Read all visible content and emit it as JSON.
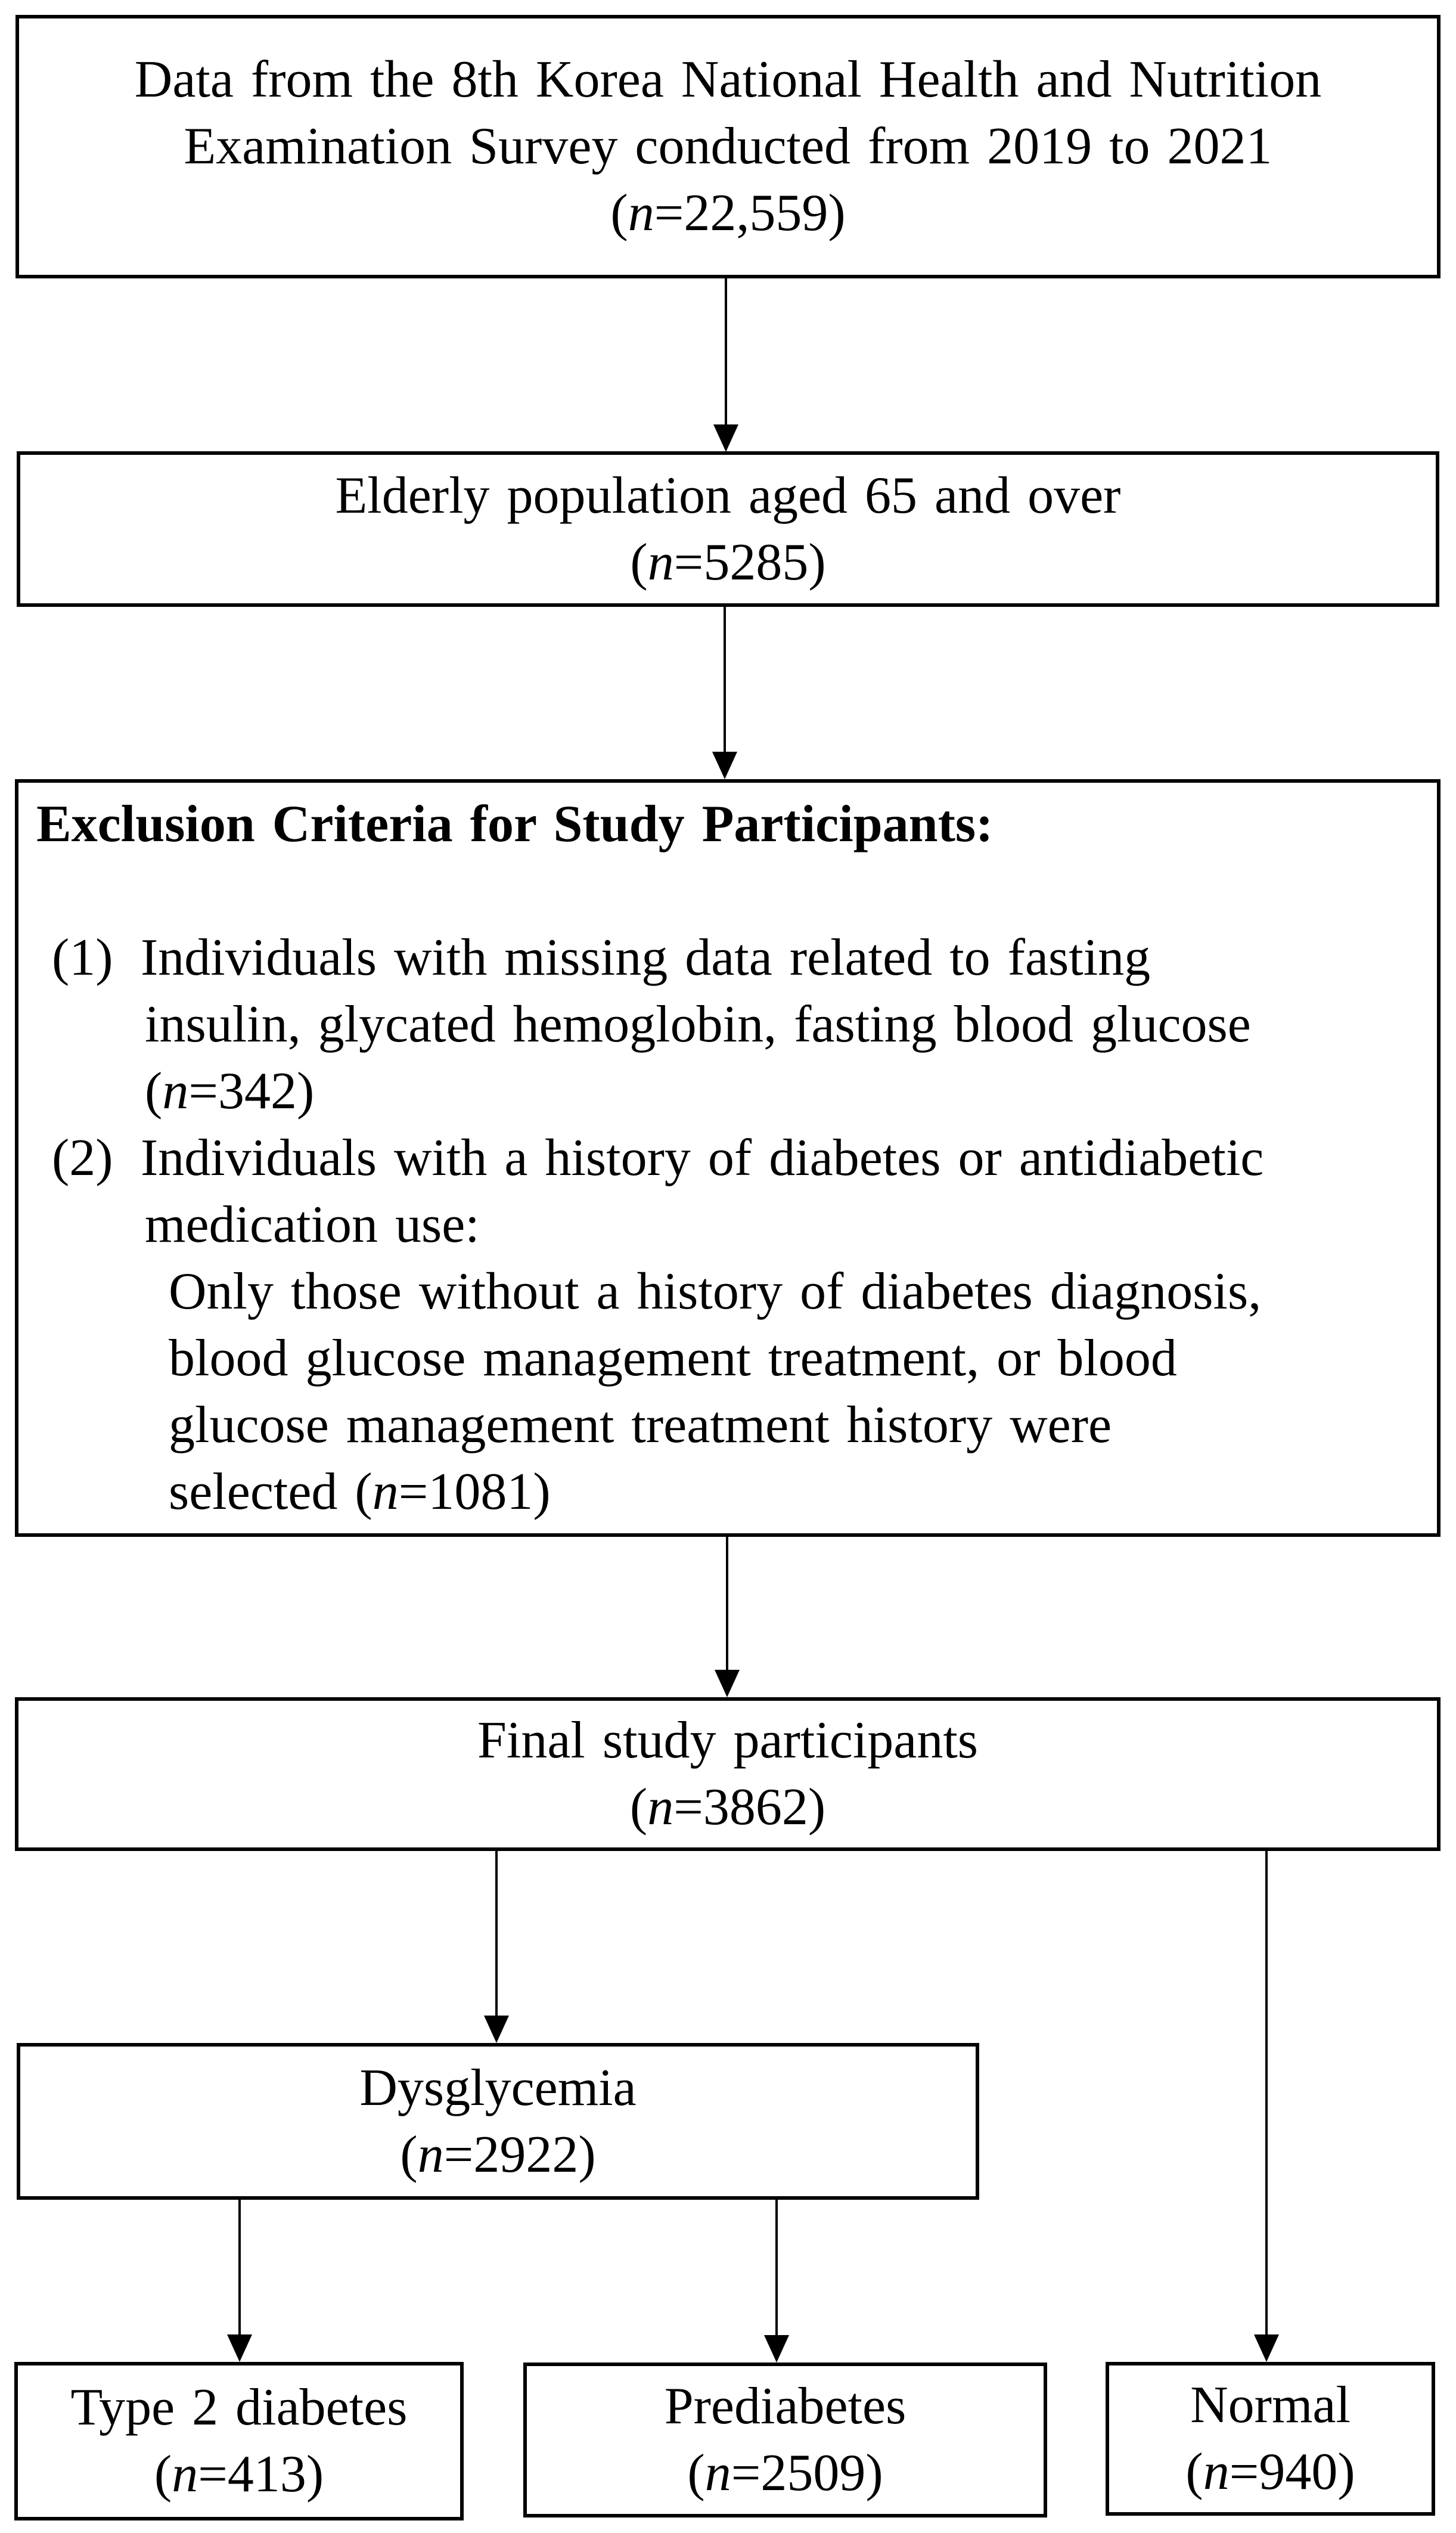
{
  "flowchart": {
    "survey": {
      "line1": "Data from the 8th Korea National Health and Nutrition",
      "line2": "Examination Survey conducted from 2019 to 2021",
      "n": {
        "pre": "(",
        "sym": "n",
        "post": "=22,559)"
      }
    },
    "elderly": {
      "line1": "Elderly population aged 65 and over",
      "n": {
        "pre": "(",
        "sym": "n",
        "post": "=5285)"
      }
    },
    "exclusion": {
      "title": "Exclusion Criteria for Study Participants:",
      "item1": {
        "marker": "(1)",
        "line1": "Individuals with missing data related to fasting",
        "line2": "insulin, glycated hemoglobin, fasting blood glucose",
        "n": {
          "pre": "(",
          "sym": "n",
          "post": "=342)"
        }
      },
      "item2": {
        "marker": "(2)",
        "line1": "Individuals with a history of diabetes or antidiabetic",
        "line2": "medication use:",
        "line3": "Only those without a history of diabetes diagnosis,",
        "line4": "blood glucose management treatment, or blood",
        "line5": "glucose management treatment history were",
        "line6_pre": "selected ",
        "n": {
          "pre": "(",
          "sym": "n",
          "post": "=1081)"
        }
      }
    },
    "final": {
      "line1": "Final study participants",
      "n": {
        "pre": "(",
        "sym": "n",
        "post": "=3862)"
      }
    },
    "dysglycemia": {
      "line1": "Dysglycemia",
      "n": {
        "pre": "(",
        "sym": "n",
        "post": "=2922)"
      }
    },
    "type2": {
      "line1": "Type 2 diabetes",
      "n": {
        "pre": "(",
        "sym": "n",
        "post": "=413)"
      }
    },
    "prediabetes": {
      "line1": "Prediabetes",
      "n": {
        "pre": "(",
        "sym": "n",
        "post": "=2509)"
      }
    },
    "normal": {
      "line1": "Normal",
      "n": {
        "pre": "(",
        "sym": "n",
        "post": "=940)"
      }
    }
  }
}
